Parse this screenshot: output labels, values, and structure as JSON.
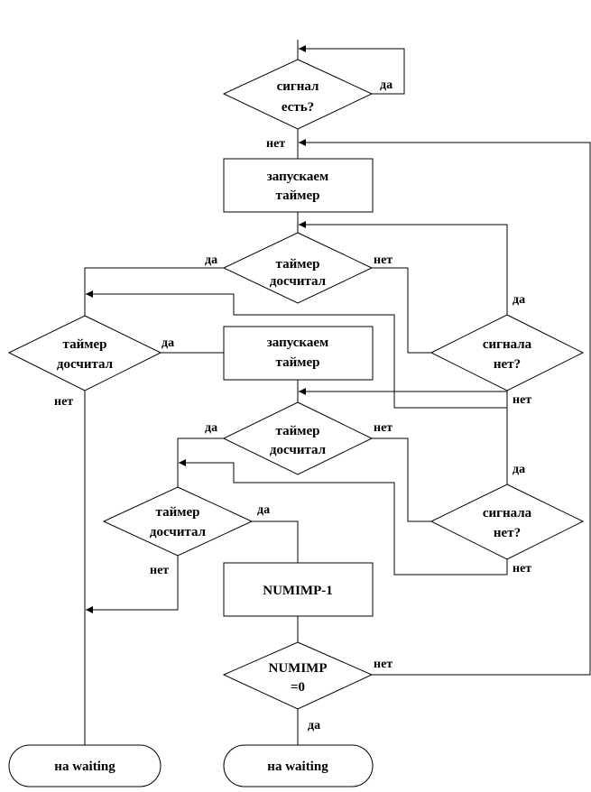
{
  "blocks": {
    "d1": [
      "сигнал",
      "есть?"
    ],
    "p1": [
      "запускаем",
      "таймер"
    ],
    "d2": [
      "таймер",
      "досчитал"
    ],
    "d3": [
      "сигнала",
      "нет?"
    ],
    "d4": [
      "таймер",
      "досчитал"
    ],
    "p2": [
      "запускаем",
      "таймер"
    ],
    "d5": [
      "таймер",
      "досчитал"
    ],
    "d6": [
      "сигнала",
      "нет?"
    ],
    "d7": [
      "таймер",
      "досчитал"
    ],
    "p3": [
      "NUMIMP-1"
    ],
    "d8": [
      "NUMIMP",
      "=0"
    ],
    "t1": [
      "на waiting"
    ],
    "t2": [
      "на waiting"
    ]
  },
  "labels": {
    "yes": "да",
    "no": "нет"
  }
}
